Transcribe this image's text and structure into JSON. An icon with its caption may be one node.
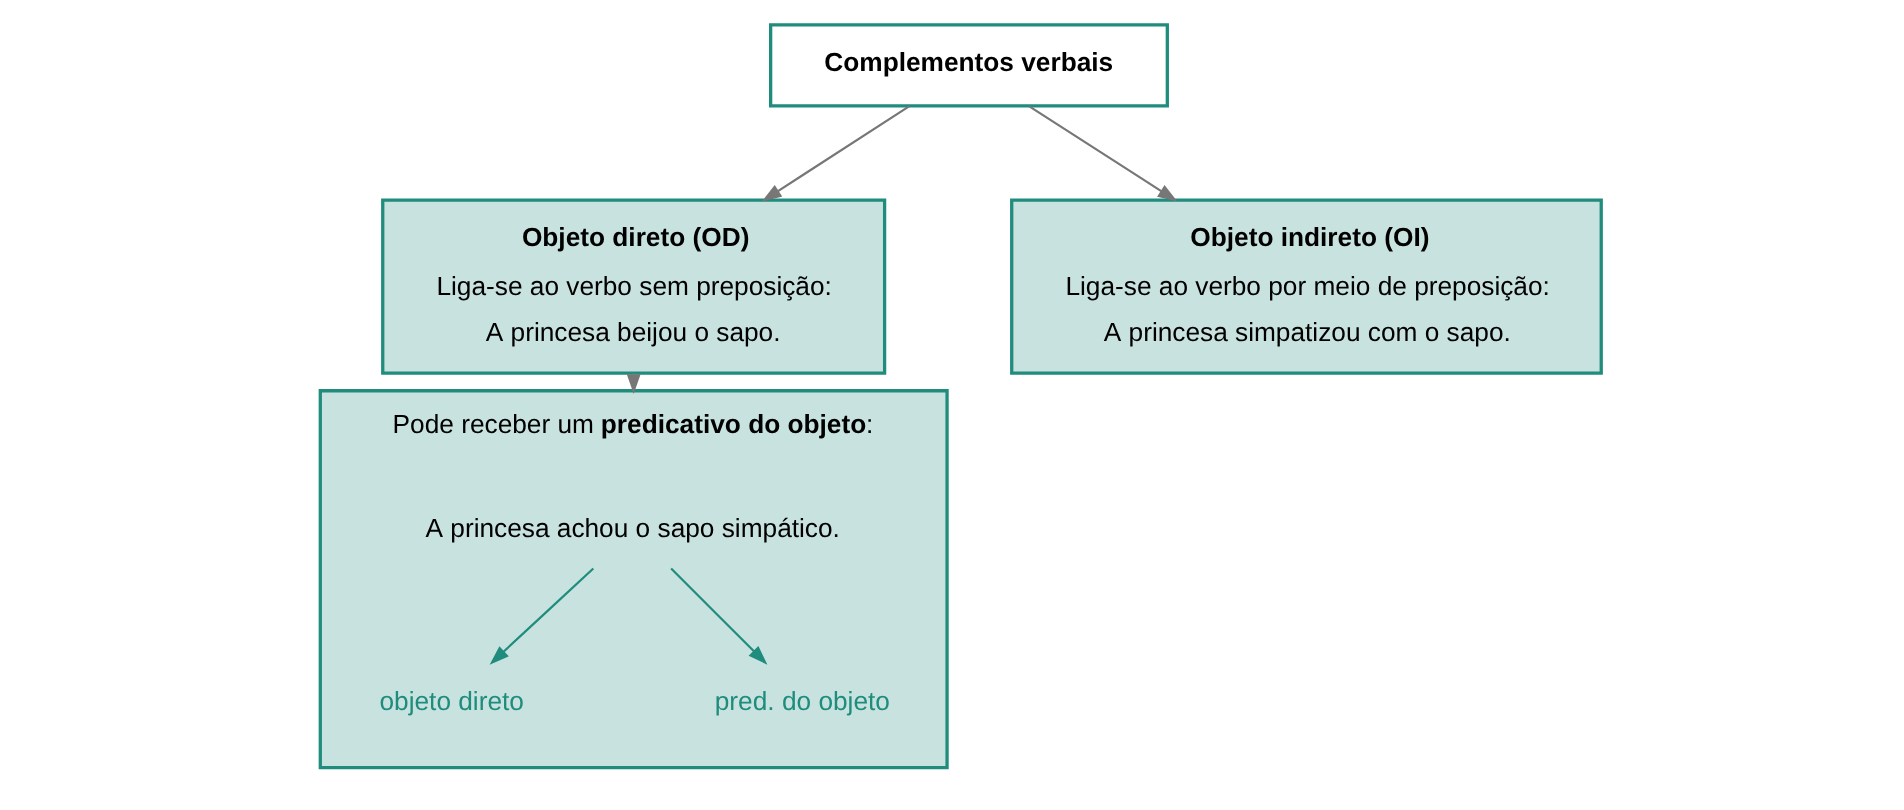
{
  "diagram": {
    "nodes": [
      {
        "text": [
          "Complementos verbais"
        ]
      },
      {
        "text": [
          "Objeto direto (OD)",
          "Liga-se ao verbo sem preposição:",
          "A princesa beijou o sapo."
        ]
      },
      {
        "text": [
          "Objeto indireto (OI)",
          "Liga-se ao verbo por meio de preposição:",
          "A princesa simpatizou com o sapo."
        ]
      },
      {
        "text": [
          "Pode receber um **predicativo do objeto**:"
        ]
      },
      {
        "text": [
          "A princesa achou o sapo simpático."
        ],
        "in": 3
      },
      {
        "text": [
          "objeto direto"
        ],
        "in": 3
      },
      {
        "text": [
          "pred. do objeto"
        ],
        "in": 3
      }
    ],
    "edges": [
      {
        "from": 0,
        "to": 1,
        "arrow": "to"
      },
      {
        "from": 0,
        "to": 2,
        "arrow": "to"
      },
      {
        "from": 1,
        "to": 3,
        "arrow": "to"
      },
      {
        "from": 4,
        "to": 5,
        "arrow": "to",
        "color": "#1f8c7e"
      },
      {
        "from": 4,
        "to": 6,
        "arrow": "to",
        "color": "#1f8c7e"
      }
    ]
  }
}
